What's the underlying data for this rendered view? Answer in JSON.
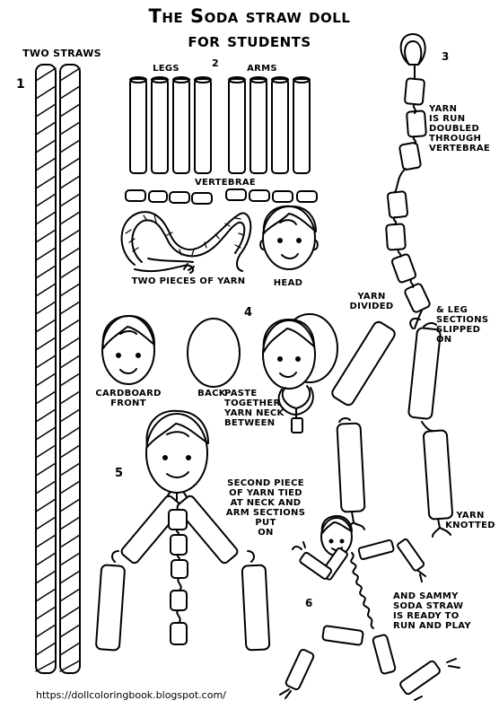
{
  "title": {
    "line1": "The Soda straw doll",
    "line2": "for students"
  },
  "steps": {
    "s1": "1",
    "s2": "2",
    "s3": "3",
    "s4": "4",
    "s5": "5",
    "s6": "6"
  },
  "labels": {
    "two_straws": "TWO STRAWS",
    "legs": "LEGS",
    "arms": "ARMS",
    "vertebrae": "VERTEBRAE",
    "two_pieces_yarn": "TWO PIECES OF YARN",
    "head": "HEAD",
    "yarn_run": "YARN\nIS RUN\nDOUBLED\nTHROUGH\nVERTEBRAE",
    "yarn_divided": "YARN\nDIVIDED",
    "leg_sections": "& LEG\nSECTIONS\nSLIPPED\nON",
    "cardboard_front": "CARDBOARD\nFRONT",
    "back": "BACK",
    "paste_together": "PASTE\nTOGETHER\nYARN NECK\nBETWEEN",
    "second_piece": "SECOND PIECE\nOF YARN TIED\nAT NECK AND\nARM SECTIONS\nPUT\nON",
    "yarn_knotted": "YARN\nKNOTTED",
    "sammy": "AND SAMMY\nSODA STRAW\nIS READY TO\nRUN AND PLAY"
  },
  "footer": "https://dollcoloringbook.blogspot.com/"
}
